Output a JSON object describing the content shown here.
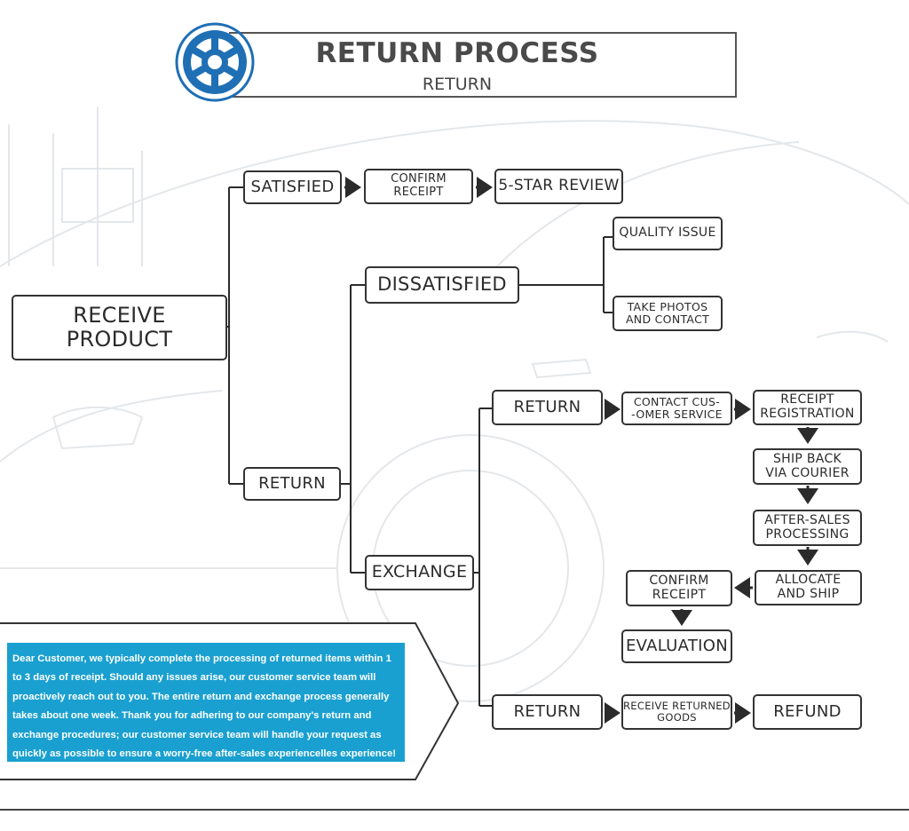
{
  "header": {
    "title": "RETURN PROCESS",
    "subtitle": "RETURN"
  },
  "nodes": {
    "receive_product": "RECEIVE\nPRODUCT",
    "satisfied": "SATISFIED",
    "confirm_receipt_top": "CONFIRM\nRECEIPT",
    "five_star_review": "5-STAR REVIEW",
    "dissatisfied": "DISSATISFIED",
    "quality_issue": "QUALITY ISSUE",
    "take_photos": "TAKE PHOTOS\nAND CONTACT",
    "return_main": "RETURN",
    "exchange": "EXCHANGE",
    "return_exchange": "RETURN",
    "contact_cs": "CONTACT CUS-\n-OMER SERVICE",
    "receipt_registration": "RECEIPT\nREGISTRATION",
    "ship_back": "SHIP BACK\nVIA COURIER",
    "after_sales": "AFTER-SALES\nPROCESSING",
    "allocate_ship": "ALLOCATE\nAND SHIP",
    "confirm_receipt_bottom": "CONFIRM\nRECEIPT",
    "evaluation": "EVALUATION",
    "return_refund": "RETURN",
    "receive_returned": "RECEIVE RETURNED\nGOODS",
    "refund": "REFUND"
  },
  "notice": "Dear Customer, we typically complete the processing of returned items within 1 to 3 days of receipt. Should any issues arise, our customer service team will proactively reach out to you. The entire return and exchange process generally takes about one week. Thank you for adhering to our company's return and exchange procedures; our customer service team will handle your request as quickly as possible to ensure a worry-free after-sales experiencelles experience!",
  "colors": {
    "logo_blue": "#1f6fb5",
    "notice_bg": "#1aa0d0",
    "line": "#2b2b2b"
  },
  "icons": {
    "logo": "wheel-logo-icon"
  }
}
